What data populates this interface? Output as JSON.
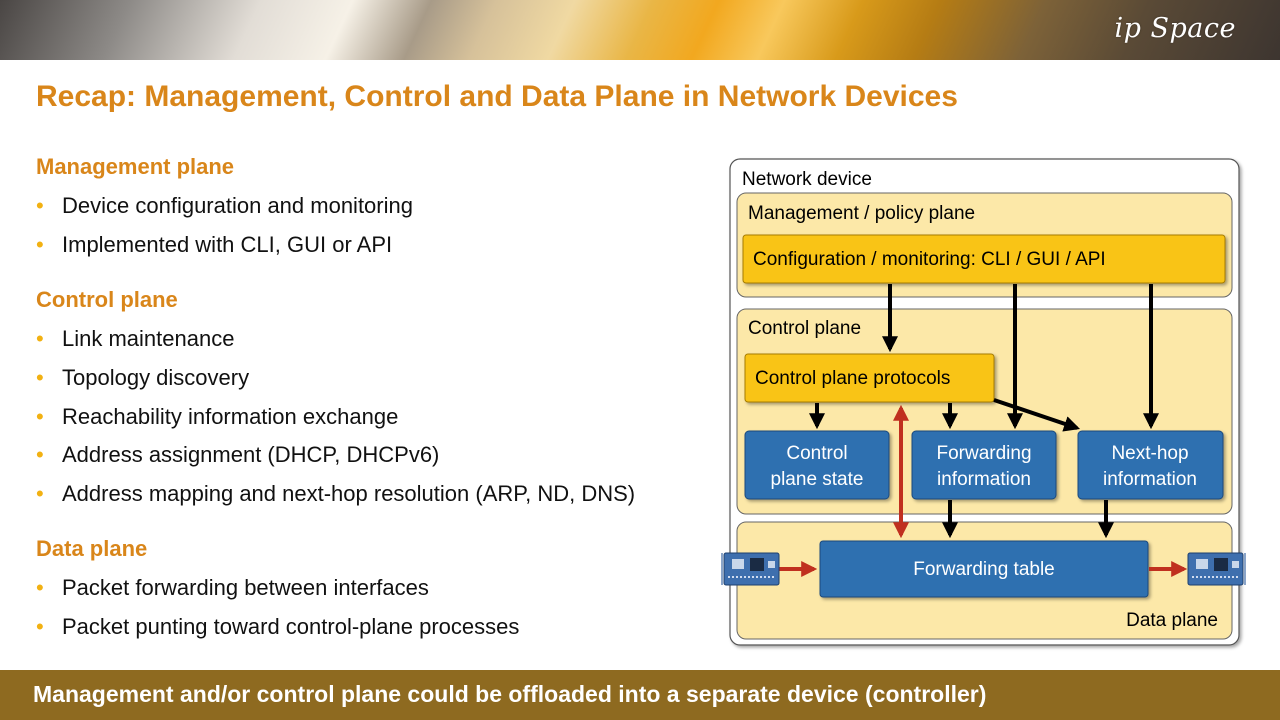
{
  "header": {
    "logo": "ip Space"
  },
  "title": "Recap: Management, Control and Data Plane in Network Devices",
  "sections": [
    {
      "heading": "Management plane",
      "bullets": [
        "Device configuration and monitoring",
        "Implemented with CLI, GUI or API"
      ]
    },
    {
      "heading": "Control plane",
      "bullets": [
        "Link maintenance",
        "Topology discovery",
        "Reachability information exchange",
        "Address assignment (DHCP, DHCPv6)",
        "Address mapping and next-hop resolution (ARP, ND, DNS)"
      ]
    },
    {
      "heading": "Data plane",
      "bullets": [
        "Packet forwarding between interfaces",
        "Packet punting toward control-plane processes"
      ]
    }
  ],
  "diagram": {
    "device_label": "Network device",
    "management_plane_label": "Management / policy plane",
    "config_box": "Configuration / monitoring: CLI / GUI / API",
    "control_plane_label": "Control plane",
    "protocols_box": "Control plane protocols",
    "control_state": [
      "Control",
      "plane state"
    ],
    "forwarding_info": [
      "Forwarding",
      "information"
    ],
    "next_hop_info": [
      "Next-hop",
      "information"
    ],
    "forwarding_table": "Forwarding table",
    "data_plane_label": "Data plane",
    "icons": [
      "network-card-icon",
      "network-card-icon"
    ],
    "colors": {
      "plane_fill": "#fce8a8",
      "yellow_box": "#f9c418",
      "blue_box": "#2e6fb0",
      "black_arrow": "#000000",
      "red_arrow": "#c0301f",
      "title_orange": "#d9861a",
      "footer": "#8e6a20"
    }
  },
  "footer": "Management and/or control plane could be offloaded into a separate device (controller)"
}
